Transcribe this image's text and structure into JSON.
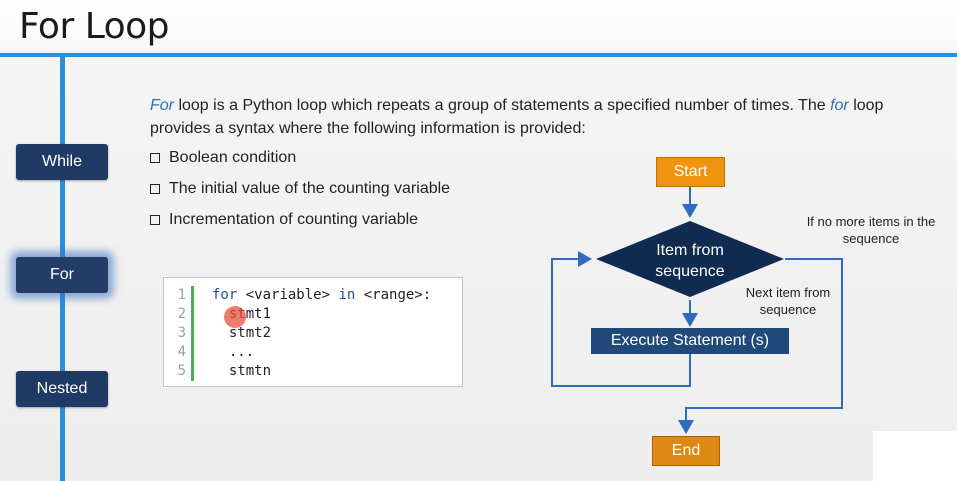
{
  "header": {
    "title": "For Loop"
  },
  "sidebar": {
    "items": [
      {
        "label": "While"
      },
      {
        "label": "For"
      },
      {
        "label": "Nested"
      }
    ]
  },
  "intro": {
    "kw1": "For",
    "text1": " loop is a Python loop which repeats a group of statements a specified number of times. The ",
    "kw2": "for",
    "text2": " loop provides a syntax where the following information is provided:"
  },
  "bullets": [
    "Boolean condition",
    "The initial value of the counting variable",
    "Incrementation of counting variable"
  ],
  "code": {
    "line_numbers": [
      "1",
      "2",
      "3",
      "4",
      "5"
    ],
    "line1": {
      "for": "for",
      "var": " <variable> ",
      "in": "in",
      "range": " <range>",
      "colon": ":"
    },
    "lines": [
      "  stmt1",
      "  stmt2",
      "  ...",
      "  stmtn"
    ]
  },
  "flowchart": {
    "start": "Start",
    "decision_line1": "Item from",
    "decision_line2": "sequence",
    "execute": "Execute Statement (s)",
    "end": "End",
    "note_no_more_line1": "If no more items in the",
    "note_no_more_line2": "sequence",
    "note_next_line1": "Next item from",
    "note_next_line2": "sequence"
  },
  "colors": {
    "accent_blue": "#2a8fd9",
    "sidebar_bg": "#1f3a64",
    "start_orange": "#f0940f",
    "decision_navy": "#0f2b4f",
    "execute_blue": "#1f4a7a",
    "code_bar_green": "#4caf50"
  }
}
